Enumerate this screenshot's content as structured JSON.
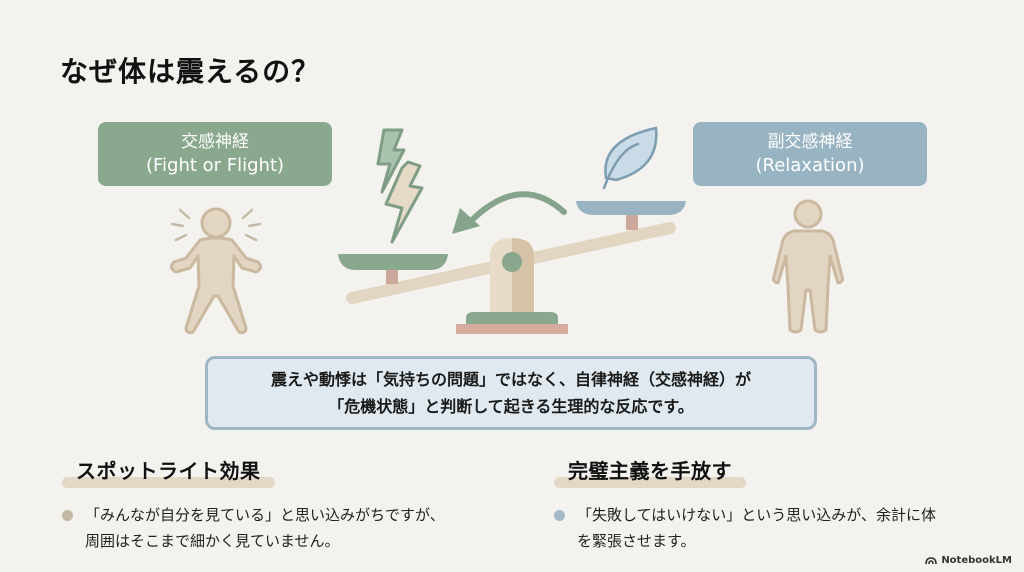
{
  "title": "なぜ体は震えるの？",
  "sympathetic": {
    "label_jp": "交感神経",
    "label_en": "(Fight or Flight)",
    "color": "#8aa88e"
  },
  "parasympathetic": {
    "label_jp": "副交感神経",
    "label_en": "(Relaxation)",
    "color": "#98b3c2"
  },
  "illustration": {
    "left_icon": "lightning-icon",
    "right_icon": "leaf-icon",
    "center": "seesaw-balance",
    "arrow": "curved-arrow-left-icon"
  },
  "info": {
    "line1": "震えや動悸は「気持ちの問題」ではなく、自律神経（交感神経）が",
    "line2": "「危機状態」と判断して起きる生理的な反応です。"
  },
  "sections": [
    {
      "heading": "スポットライト効果",
      "bullet": "「みんなが自分を見ている」と思い込みがちですが、周囲はそこまで細かく見ていません。"
    },
    {
      "heading": "完璧主義を手放す",
      "bullet": "「失敗してはいけない」という思い込みが、余計に体を緊張させます。"
    }
  ],
  "brand": "NotebookLM"
}
